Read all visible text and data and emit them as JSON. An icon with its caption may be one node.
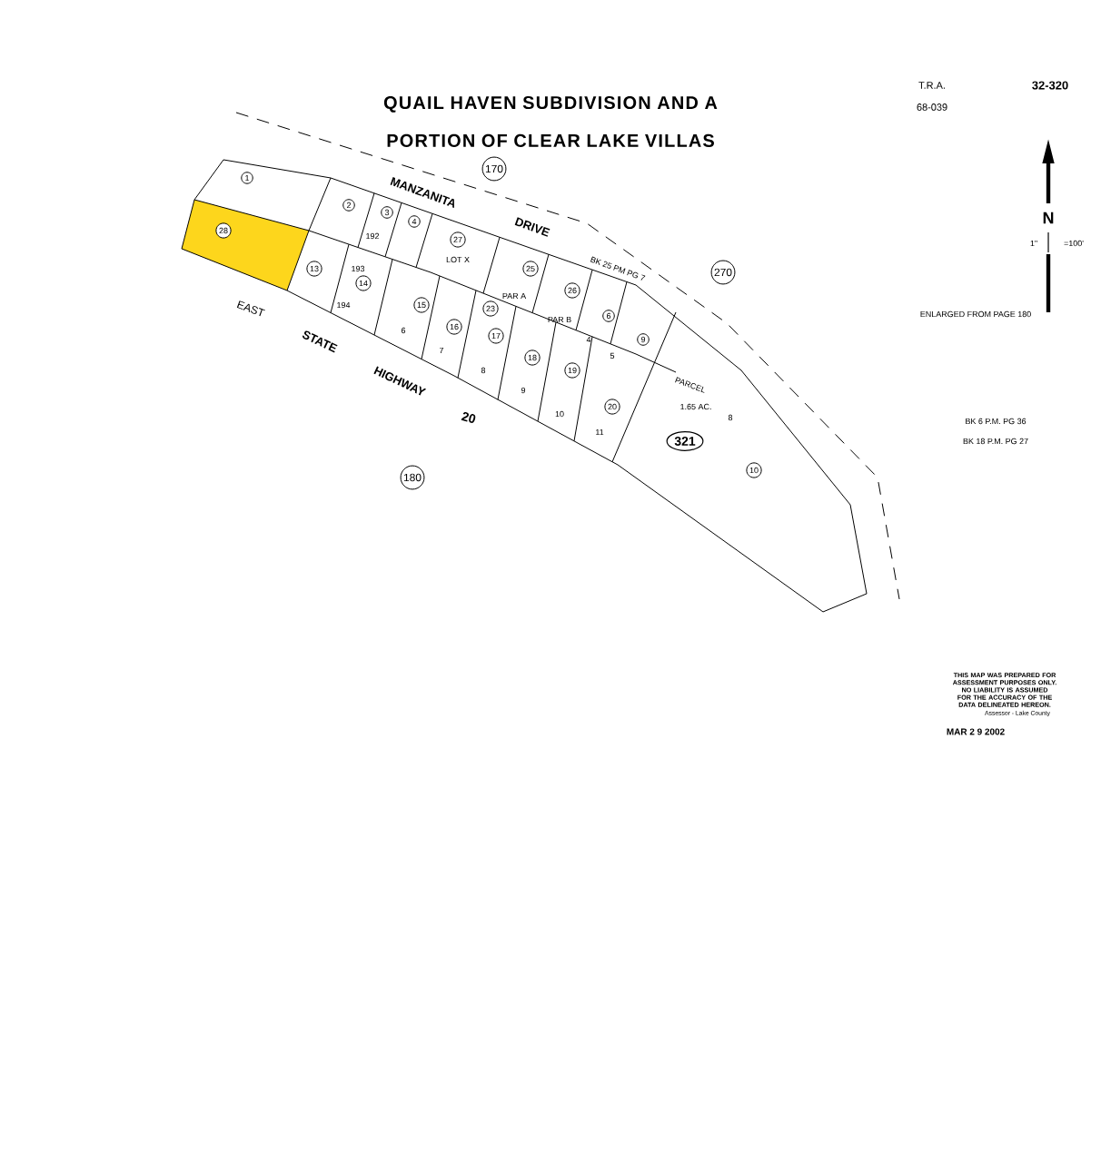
{
  "diagram": {
    "title": "QUAIL HAVEN SUBDIVISION AND A PORTION OF CLEAR LAKE VILLAS",
    "nodes": [
      {
        "text": [
          "170"
        ]
      },
      {
        "text": [
          "1"
        ]
      },
      {
        "text": [
          "2"
        ]
      },
      {
        "text": [
          "3"
        ]
      },
      {
        "text": [
          "4"
        ]
      },
      {
        "text": [
          "28"
        ]
      },
      {
        "text": [
          "27"
        ]
      },
      {
        "text": [
          "270"
        ]
      },
      {
        "text": [
          "25"
        ]
      },
      {
        "text": [
          "13"
        ]
      },
      {
        "text": [
          "14"
        ]
      },
      {
        "text": [
          "26"
        ]
      },
      {
        "text": [
          "6"
        ]
      },
      {
        "text": [
          "9"
        ]
      },
      {
        "text": [
          "15"
        ]
      },
      {
        "text": [
          "23"
        ]
      },
      {
        "text": [
          "16"
        ]
      },
      {
        "text": [
          "17"
        ]
      },
      {
        "text": [
          "18"
        ]
      },
      {
        "text": [
          "19"
        ]
      },
      {
        "text": [
          "20"
        ]
      },
      {
        "text": [
          "321"
        ]
      },
      {
        "text": [
          "10"
        ]
      },
      {
        "text": [
          "180"
        ]
      }
    ],
    "labels": [
      "T.R.A.",
      "32-320",
      "68-039",
      "N",
      "1\"",
      "=100'",
      "MANZANITA",
      "DRIVE",
      "BK 25 PM PG 7",
      "192",
      "LOT X",
      "193",
      "PAR A",
      "PAR B",
      "ENLARGED FROM PAGE 180",
      "EAST",
      "194",
      "4",
      "5",
      "6",
      "7",
      "STATE",
      "8",
      "HIGHWAY",
      "PARCEL",
      "1.65 AC.",
      "8",
      "9",
      "10",
      "11",
      "BK 6 P.M. PG 36",
      "BK 18 P.M. PG 27",
      "20",
      "THIS MAP WAS PREPARED FOR ASSESSMENT PURPOSES ONLY. NO LIABILITY IS ASSUMED FOR THE ACCURACY OF THE DATA DELINEATED HEREON.",
      "Assessor - Lake County",
      "MAR 2 9 2002"
    ]
  }
}
